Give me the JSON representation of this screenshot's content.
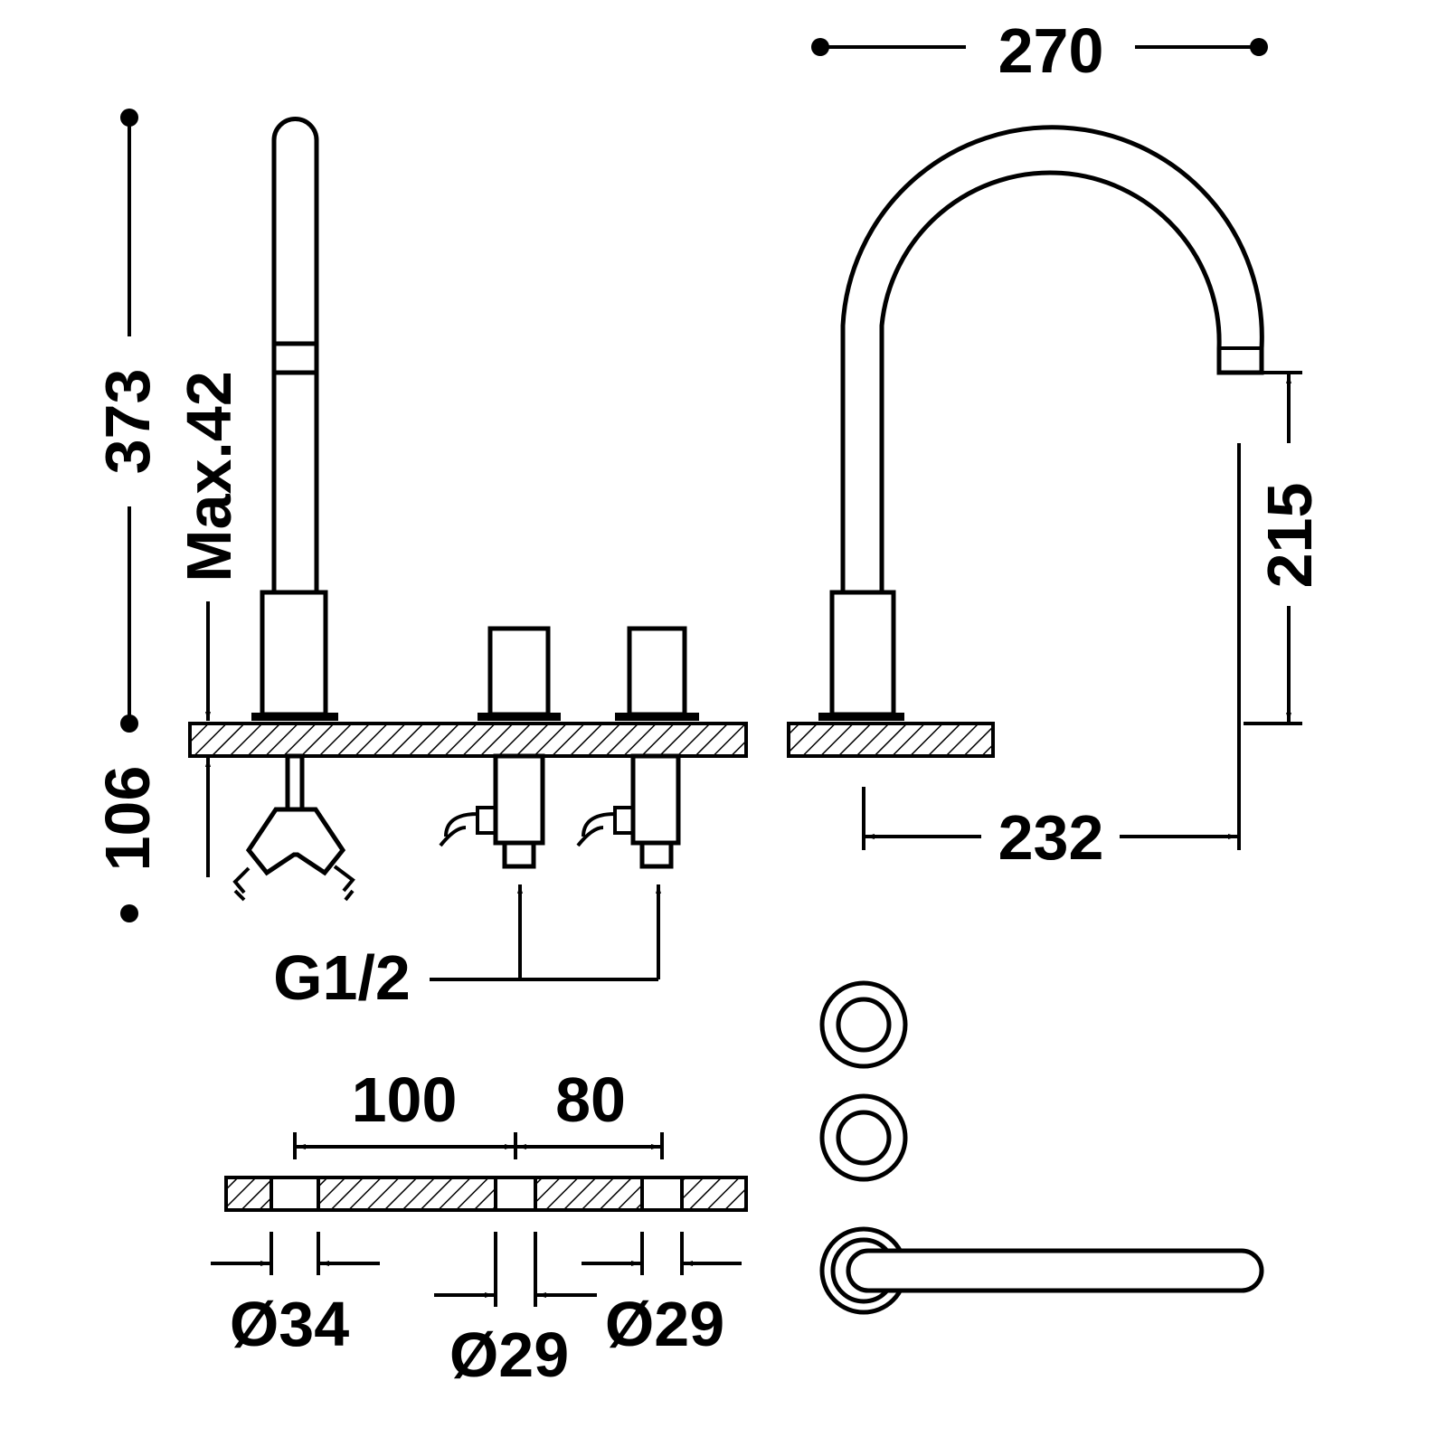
{
  "dimensions": {
    "spout_reach_top": "270",
    "total_height": "373",
    "max_counter_thickness": "Max.42",
    "below_counter": "106",
    "spout_height": "215",
    "spout_reach": "232",
    "connection": "G1/2",
    "spacing_left": "100",
    "spacing_right": "80",
    "hole_left": "Ø34",
    "hole_middle": "Ø29",
    "hole_right": "Ø29"
  }
}
